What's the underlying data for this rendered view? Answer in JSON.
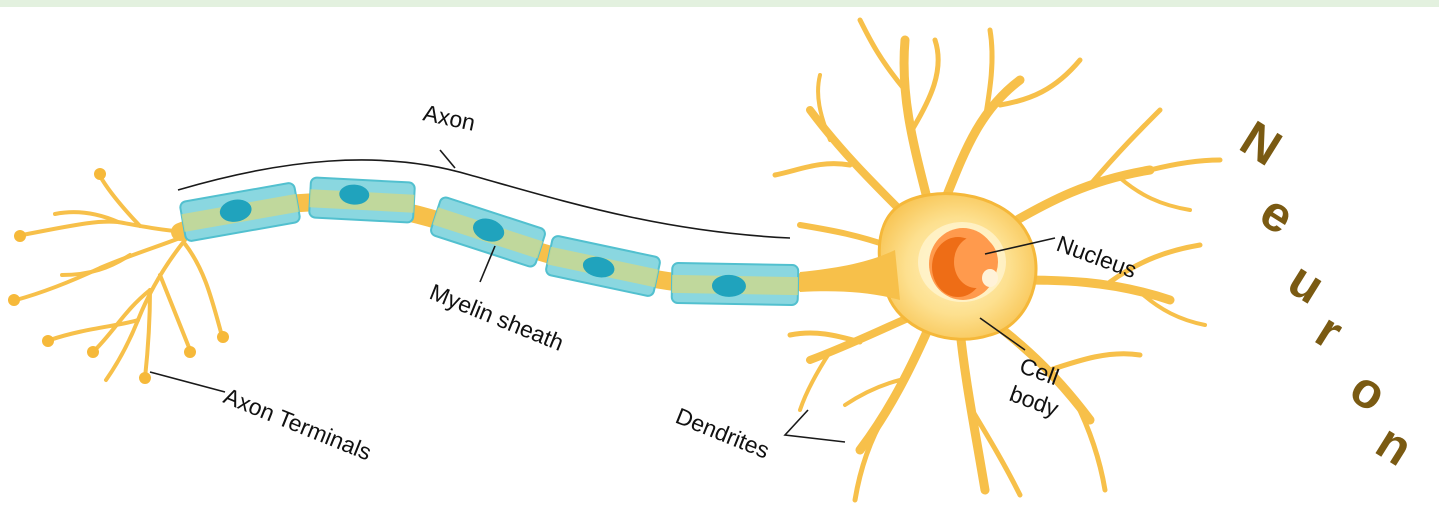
{
  "title_letters": [
    "N",
    "e",
    "u",
    "r",
    "o",
    "n"
  ],
  "labels": {
    "axon": "Axon",
    "myelin_sheath": "Myelin sheath",
    "nucleus": "Nucleus",
    "cell_body_line1": "Cell",
    "cell_body_line2": "body",
    "dendrites": "Dendrites",
    "axon_terminals": "Axon Terminals"
  },
  "colors": {
    "top_strip": "#e3f1df",
    "neuron_body": "#f7c04a",
    "neuron_body_light": "#fde08f",
    "myelin": "#8ad7e0",
    "myelin_dark": "#52c0cf",
    "myelin_core": "#c9d88f",
    "schwann_nucleus": "#20a3bd",
    "nucleus_outer": "#ff9a4d",
    "nucleus_inner": "#ee6d16",
    "title": "#7a5a12",
    "label": "#111111"
  }
}
